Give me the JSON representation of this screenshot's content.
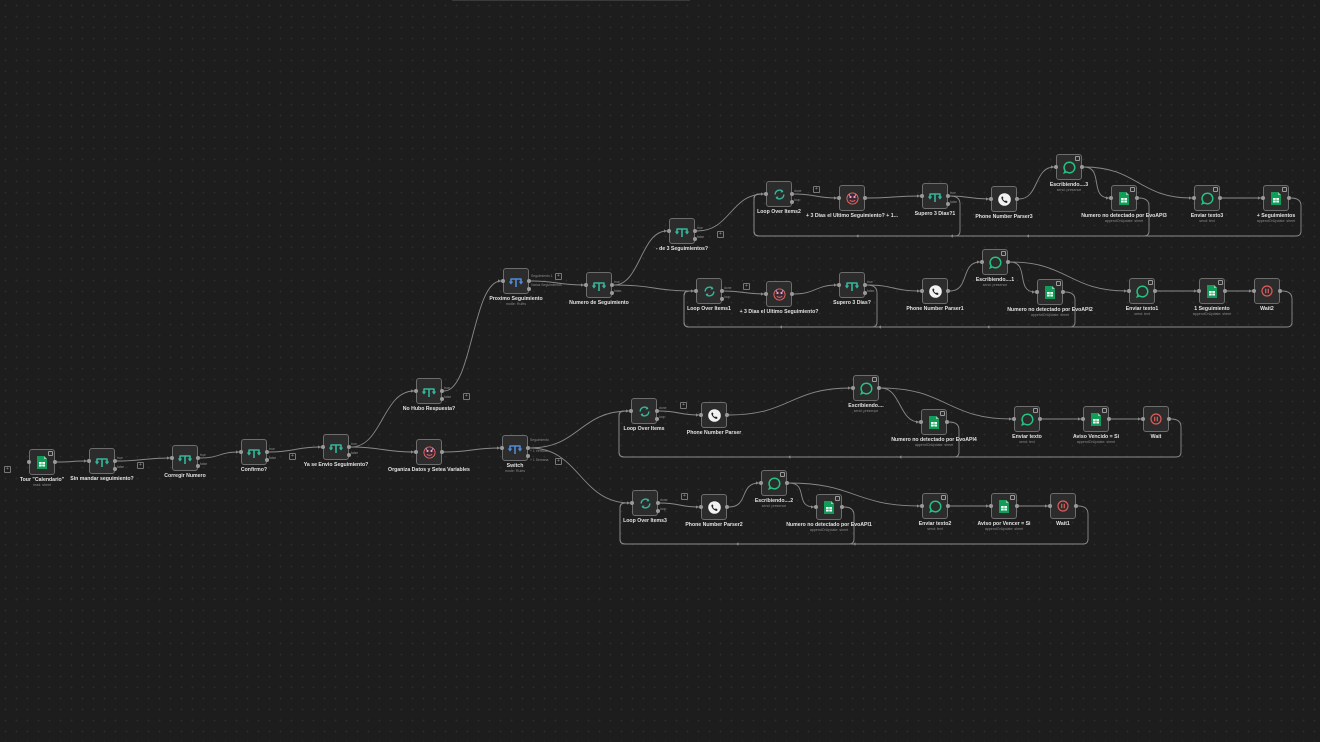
{
  "nodes": [
    {
      "id": "tour_calendario",
      "label": "Tour \"Calendario\"",
      "sub": "read: sheet",
      "icon": "sheets"
    },
    {
      "id": "sin_mandar",
      "label": "Sin mandar seguimiento?",
      "sub": "",
      "icon": "if"
    },
    {
      "id": "corregir_numero",
      "label": "Corregir Numero",
      "sub": "",
      "icon": "if"
    },
    {
      "id": "confirmo",
      "label": "Confirmo?",
      "sub": "",
      "icon": "if"
    },
    {
      "id": "ya_se_envio",
      "label": "Ya se Envio Seguimiento?",
      "sub": "",
      "icon": "if"
    },
    {
      "id": "no_hubo_respuesta",
      "label": "No Hubo Respuesta?",
      "sub": "",
      "icon": "if"
    },
    {
      "id": "organiza_datos",
      "label": "Organiza Datos y Setea Variables",
      "sub": "",
      "icon": "code"
    },
    {
      "id": "switch",
      "label": "Switch",
      "sub": "mode: Rules",
      "icon": "switch"
    },
    {
      "id": "proximo_seguimiento",
      "label": "Proximo Seguimiento",
      "sub": "mode: Rules",
      "icon": "switch"
    },
    {
      "id": "numero_seguimiento",
      "label": "Numero de Seguimiento",
      "sub": "",
      "icon": "if"
    },
    {
      "id": "de3_seguimientos",
      "label": "- de 3 Seguimientos?",
      "sub": "",
      "icon": "if"
    },
    {
      "id": "loop2",
      "label": "Loop Over Items2",
      "sub": "",
      "icon": "loop"
    },
    {
      "id": "dias_ultimo2",
      "label": "+ 3 Dias el Ultimo Seguimiento? + 1...",
      "sub": "",
      "icon": "code"
    },
    {
      "id": "supero3_1",
      "label": "Supero 3 Dias?1",
      "sub": "",
      "icon": "if"
    },
    {
      "id": "phone_parser3",
      "label": "Phone Number Parser3",
      "sub": "",
      "icon": "phone"
    },
    {
      "id": "escribiendo3",
      "label": "Escribiendo....3",
      "sub": "send: presence",
      "icon": "chat"
    },
    {
      "id": "numero_no_det3",
      "label": "Numero no detectado por EvoAPI3",
      "sub": "appendOrUpdate: sheet",
      "icon": "sheets"
    },
    {
      "id": "enviar_texto3",
      "label": "Enviar texto3",
      "sub": "send: text",
      "icon": "chat"
    },
    {
      "id": "mas_seguimientos",
      "label": "+ Seguimientos",
      "sub": "appendOrUpdate: sheet",
      "icon": "sheets"
    },
    {
      "id": "loop1",
      "label": "Loop Over Items1",
      "sub": "",
      "icon": "loop"
    },
    {
      "id": "dias_ultimo1",
      "label": "+ 3 Dias el Ultimo Seguimiento?",
      "sub": "",
      "icon": "code"
    },
    {
      "id": "supero3",
      "label": "Supero 3 Dias?",
      "sub": "",
      "icon": "if"
    },
    {
      "id": "phone_parser1",
      "label": "Phone Number Parser1",
      "sub": "",
      "icon": "phone"
    },
    {
      "id": "escribiendo1",
      "label": "Escribiendo....1",
      "sub": "send: presence",
      "icon": "chat"
    },
    {
      "id": "numero_no_det2",
      "label": "Numero no detectado por EvoAPI2",
      "sub": "appendOrUpdate: sheet",
      "icon": "sheets"
    },
    {
      "id": "enviar_texto1",
      "label": "Enviar texto1",
      "sub": "send: text",
      "icon": "chat"
    },
    {
      "id": "uno_seguimiento",
      "label": "1 Seguimiento",
      "sub": "appendOrUpdate: sheet",
      "icon": "sheets"
    },
    {
      "id": "wait2",
      "label": "Wait2",
      "sub": "",
      "icon": "wait"
    },
    {
      "id": "loop_items",
      "label": "Loop Over Items",
      "sub": "",
      "icon": "loop"
    },
    {
      "id": "phone_parser",
      "label": "Phone Number Parser",
      "sub": "",
      "icon": "phone"
    },
    {
      "id": "escribiendo",
      "label": "Escribiendo....",
      "sub": "send: presence",
      "icon": "chat"
    },
    {
      "id": "numero_no_det4",
      "label": "Numero no detectado por EvoAPI4",
      "sub": "appendOrUpdate: sheet",
      "icon": "sheets"
    },
    {
      "id": "enviar_texto",
      "label": "Enviar texto",
      "sub": "send: text",
      "icon": "chat"
    },
    {
      "id": "aviso_vencido",
      "label": "Aviso Vencido = Si",
      "sub": "appendOrUpdate: sheet",
      "icon": "sheets"
    },
    {
      "id": "wait",
      "label": "Wait",
      "sub": "",
      "icon": "wait"
    },
    {
      "id": "loop3",
      "label": "Loop Over Items3",
      "sub": "",
      "icon": "loop"
    },
    {
      "id": "phone_parser2",
      "label": "Phone Number Parser2",
      "sub": "",
      "icon": "phone"
    },
    {
      "id": "escribiendo2",
      "label": "Escribiendo....2",
      "sub": "send: presence",
      "icon": "chat"
    },
    {
      "id": "numero_no_det1",
      "label": "Numero no detectado por EvoAPI1",
      "sub": "appendOrUpdate: sheet",
      "icon": "sheets"
    },
    {
      "id": "enviar_texto2",
      "label": "Enviar texto2",
      "sub": "send: text",
      "icon": "chat"
    },
    {
      "id": "aviso_por_vencer",
      "label": "Aviso por Vencer = Si",
      "sub": "appendOrUpdate: sheet",
      "icon": "sheets"
    },
    {
      "id": "wait1",
      "label": "Wait1",
      "sub": "",
      "icon": "wait"
    }
  ],
  "port_labels": {
    "if_true": "true",
    "if_false": "false",
    "loop_done": "done",
    "loop_loop": "loop",
    "switch_out0": "Seguimiento",
    "switch_out1": "+ 1 Vencido",
    "switch_out2": "+ 1 Semana",
    "proximo_out0": "Seguimiento 1",
    "proximo_out1": "Varios Seguimientos"
  },
  "plus_glyph": "+",
  "colors": {
    "background": "#1d1d1d",
    "node_fill": "#2c2c2c",
    "node_border": "#6d6d6d",
    "edge": "#8a8a8a",
    "sheets_green": "#0f9d58",
    "if_green": "#35b59a",
    "switch_blue": "#4f8bd6",
    "chat_green": "#23c483",
    "code_red": "#ff6d5a",
    "wait_red": "#e05b5b"
  }
}
